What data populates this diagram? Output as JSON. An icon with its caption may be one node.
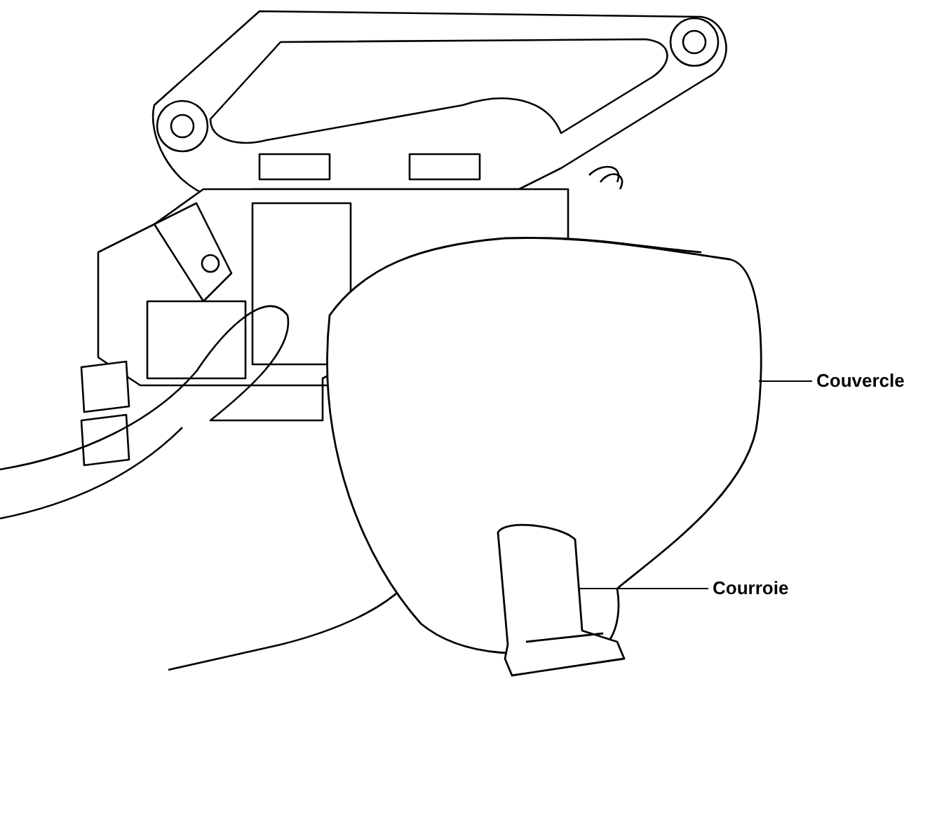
{
  "diagram": {
    "nodes": [
      {
        "text": [
          "Couvercle"
        ]
      },
      {
        "text": [],
        "shape": "picture"
      },
      {
        "text": [
          "Courroie"
        ]
      },
      {
        "text": [],
        "shape": "picture"
      }
    ],
    "edges": [
      {
        "from": 0,
        "to": 1,
        "arrow": "none"
      },
      {
        "from": 2,
        "to": 3,
        "arrow": "none"
      }
    ]
  }
}
